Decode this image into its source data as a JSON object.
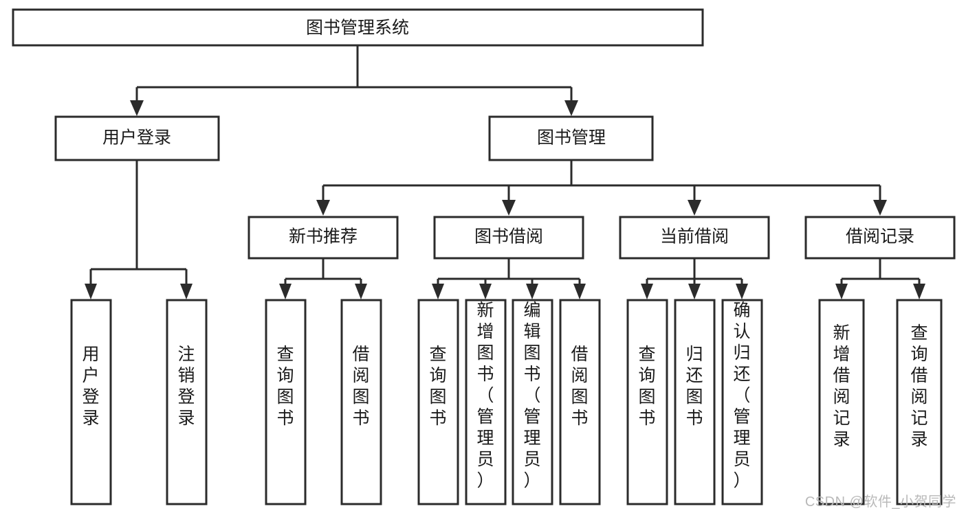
{
  "diagram": {
    "type": "tree-hierarchy",
    "title": "图书管理系统",
    "watermark": "CSDN @软件_小贺同学",
    "colors": {
      "stroke": "#2b2b2b",
      "fill": "#ffffff",
      "text": "#1a1a1a",
      "watermark": "#b9b9b9"
    },
    "levels": {
      "root": {
        "label": "图书管理系统"
      },
      "level2": [
        {
          "id": "user-login",
          "label": "用户登录"
        },
        {
          "id": "book-manage",
          "label": "图书管理"
        }
      ],
      "level3": [
        {
          "id": "new-book-rec",
          "label": "新书推荐",
          "parent": "book-manage"
        },
        {
          "id": "book-borrow",
          "label": "图书借阅",
          "parent": "book-manage"
        },
        {
          "id": "current-borrow",
          "label": "当前借阅",
          "parent": "book-manage"
        },
        {
          "id": "borrow-record",
          "label": "借阅记录",
          "parent": "book-manage"
        }
      ],
      "leaves": [
        {
          "id": "leaf-user-login",
          "label": "用户登录",
          "parent": "user-login"
        },
        {
          "id": "leaf-logout",
          "label": "注销登录",
          "parent": "user-login"
        },
        {
          "id": "leaf-query-book-1",
          "label": "查询图书",
          "parent": "new-book-rec"
        },
        {
          "id": "leaf-borrow-book-1",
          "label": "借阅图书",
          "parent": "new-book-rec"
        },
        {
          "id": "leaf-query-book-2",
          "label": "查询图书",
          "parent": "book-borrow"
        },
        {
          "id": "leaf-add-book",
          "label": "新增图书（管理员）",
          "parent": "book-borrow"
        },
        {
          "id": "leaf-edit-book",
          "label": "编辑图书（管理员）",
          "parent": "book-borrow"
        },
        {
          "id": "leaf-borrow-book-2",
          "label": "借阅图书",
          "parent": "book-borrow"
        },
        {
          "id": "leaf-query-book-3",
          "label": "查询图书",
          "parent": "current-borrow"
        },
        {
          "id": "leaf-return-book",
          "label": "归还图书",
          "parent": "current-borrow"
        },
        {
          "id": "leaf-confirm-return",
          "label": "确认归还（管理员）",
          "parent": "current-borrow"
        },
        {
          "id": "leaf-add-record",
          "label": "新增借阅记录",
          "parent": "borrow-record"
        },
        {
          "id": "leaf-query-record",
          "label": "查询借阅记录",
          "parent": "borrow-record"
        }
      ]
    }
  }
}
